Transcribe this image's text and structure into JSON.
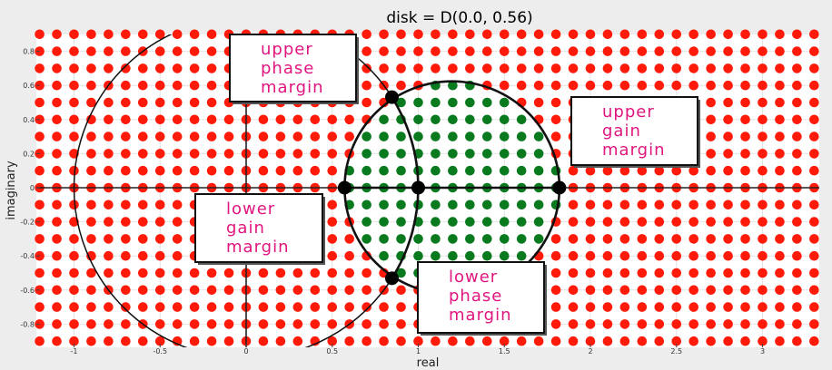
{
  "chart_data": {
    "type": "scatter",
    "title": "disk = D(0.0, 0.56)",
    "xlabel": "real",
    "ylabel": "imaginary",
    "xlim": [
      -1.3,
      3.35
    ],
    "ylim": [
      -0.93,
      0.93
    ],
    "xticks": [
      -1,
      -0.5,
      0,
      0.5,
      1,
      1.5,
      2,
      2.5,
      3
    ],
    "xtick_labels": [
      "-1",
      "-0.5",
      "0",
      "0.5",
      "1",
      "1.5",
      "2",
      "2.5",
      "3"
    ],
    "yticks": [
      -0.8,
      -0.6,
      -0.4,
      -0.2,
      0,
      0.2,
      0.4,
      0.6,
      0.8
    ],
    "ytick_labels": [
      "-0.8",
      "-0.6",
      "-0.4",
      "-0.2",
      "0",
      "0.2",
      "0.4",
      "0.6",
      "0.8"
    ],
    "grid": {
      "x_start": -1.2,
      "x_end": 3.3,
      "x_step": 0.1,
      "y_start": -0.9,
      "y_end": 0.9,
      "y_step": 0.1
    },
    "unit_circle": {
      "center": [
        0,
        0
      ],
      "radius": 1
    },
    "disk": {
      "center": [
        1.196,
        0
      ],
      "radius": 0.624
    },
    "key_points": [
      {
        "name": "lower gain margin point",
        "x": 0.572,
        "y": 0
      },
      {
        "name": "center point",
        "x": 1.0,
        "y": 0
      },
      {
        "name": "upper gain margin point",
        "x": 1.82,
        "y": 0
      },
      {
        "name": "upper phase margin point",
        "x": 0.847,
        "y": 0.531
      },
      {
        "name": "lower phase margin point",
        "x": 0.847,
        "y": -0.531
      }
    ],
    "series": [
      {
        "name": "inside disk",
        "color": "#0a7a1f"
      },
      {
        "name": "outside disk",
        "color": "#ff1a0a"
      }
    ],
    "annotations": [
      {
        "lines": [
          "upper",
          "phase",
          "margin"
        ]
      },
      {
        "lines": [
          "upper",
          "gain",
          "margin"
        ]
      },
      {
        "lines": [
          "lower",
          "gain",
          "margin"
        ]
      },
      {
        "lines": [
          "lower",
          "phase",
          "margin"
        ]
      }
    ]
  }
}
